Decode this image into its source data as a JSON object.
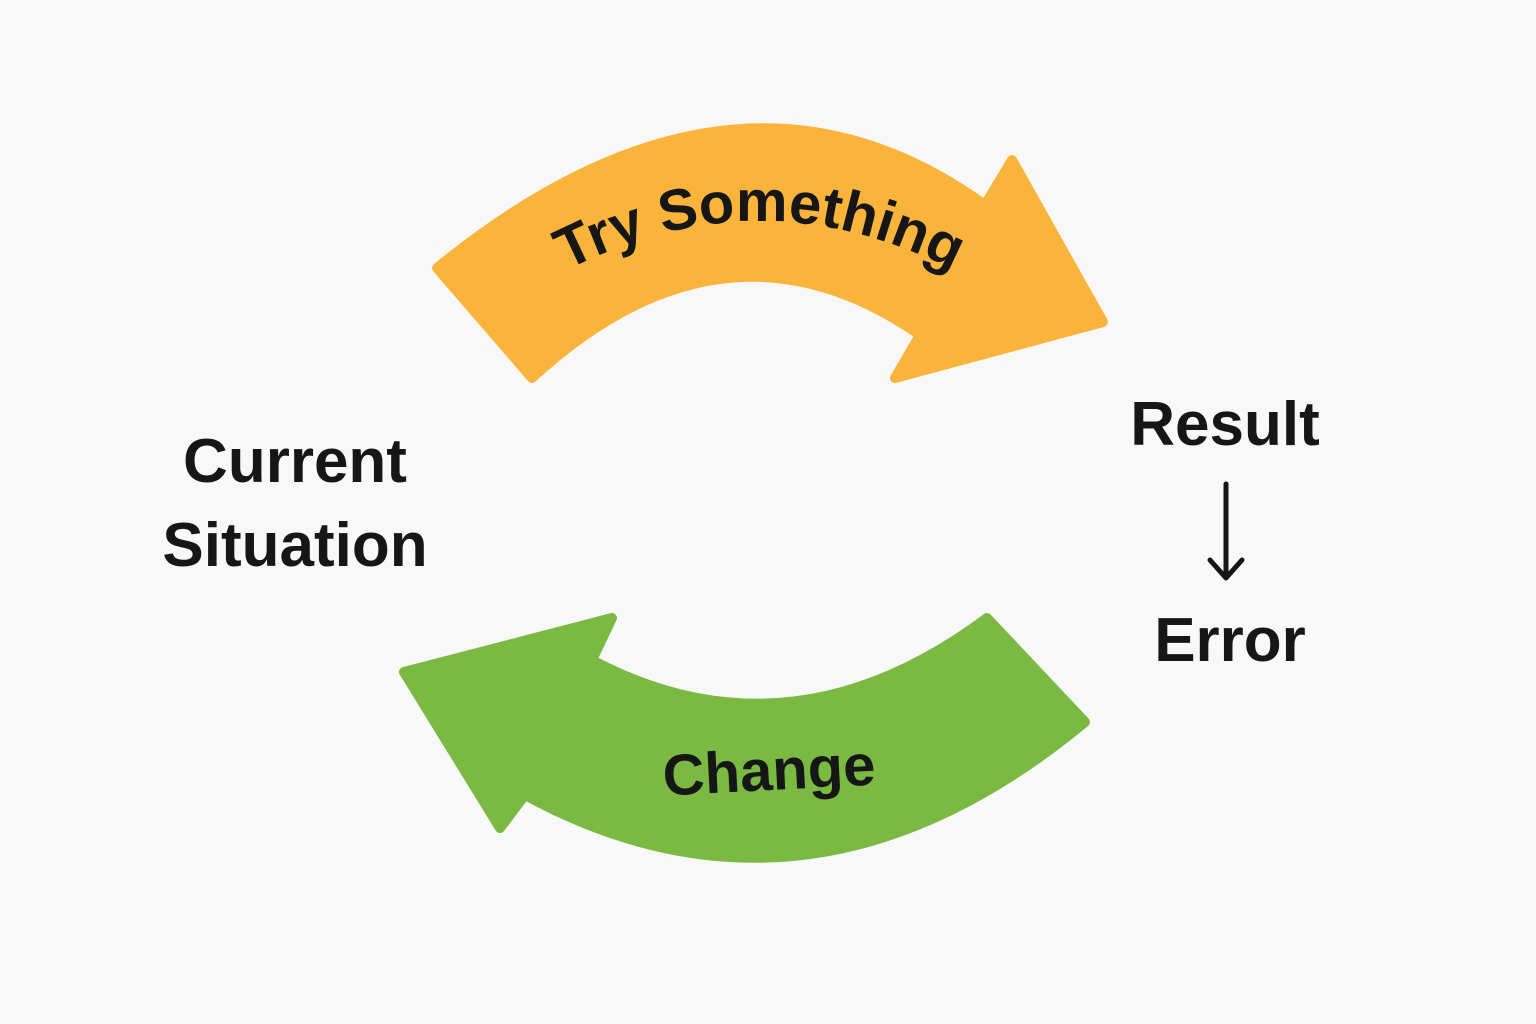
{
  "nodes": {
    "current_situation": {
      "line1": "Current",
      "line2": "Situation"
    },
    "result": "Result",
    "error": "Error"
  },
  "arrows": {
    "try_something": {
      "label": "Try Something",
      "color": "#fbb43b"
    },
    "change": {
      "label": "Change",
      "color": "#7aba43"
    }
  },
  "colors": {
    "background": "#f8f8f8",
    "text": "#161616"
  }
}
